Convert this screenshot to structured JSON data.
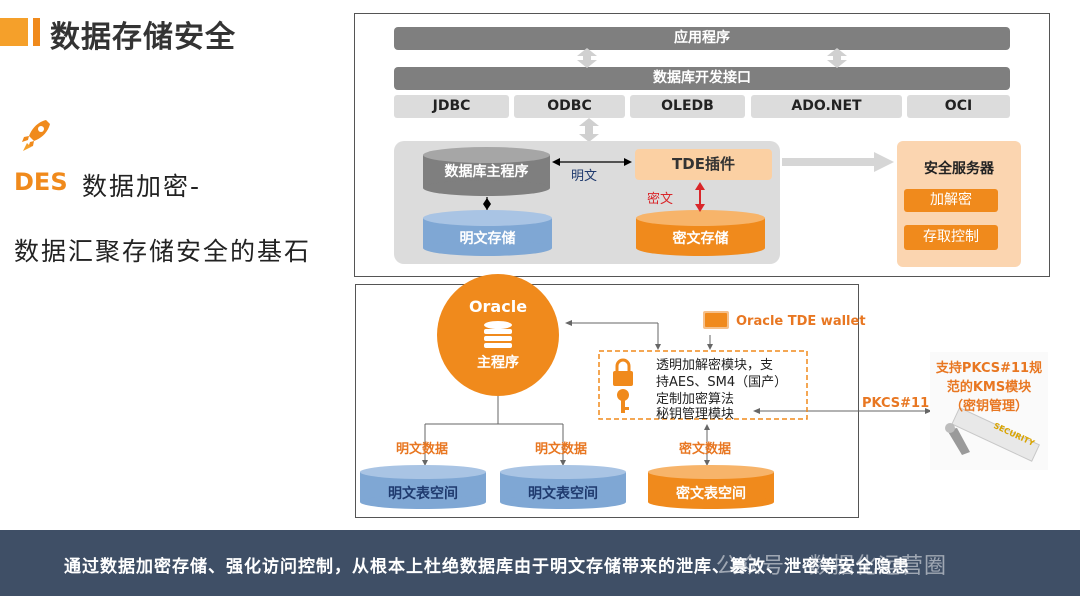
{
  "header": {
    "title": "数据存储安全"
  },
  "left": {
    "des_label": "DES",
    "des_text": "数据加密-",
    "subtitle": "数据汇聚存储安全的基石"
  },
  "arch": {
    "app": "应用程序",
    "db_api": "数据库开发接口",
    "interfaces": [
      "JDBC",
      "ODBC",
      "OLEDB",
      "ADO.NET",
      "OCI"
    ],
    "db_main": "数据库主程序",
    "plaintext": "明文",
    "tde_plugin": "TDE插件",
    "ciphertext": "密文",
    "plain_storage": "明文存储",
    "cipher_storage": "密文存储",
    "security_server": "安全服务器",
    "encrypt_decrypt": "加解密",
    "access_control": "存取控制"
  },
  "oracle": {
    "name": "Oracle",
    "main_program": "主程序",
    "wallet": "Oracle TDE wallet",
    "module_lines": [
      "透明加解密模块，支",
      "持AES、SM4（国产）",
      "定制加密算法",
      "秘钥管理模块"
    ],
    "pkcs": "PKCS#11",
    "kms_lines": [
      "支持PKCS#11规",
      "范的KMS模块",
      "（密钥管理）"
    ],
    "security_word": "SECURITY",
    "data_labels": [
      "明文数据",
      "明文数据",
      "密文数据"
    ],
    "tablespaces": [
      "明文表空间",
      "明文表空间",
      "密文表空间"
    ]
  },
  "banner": {
    "text": "通过数据加密存储、强化访问控制，从根本上杜绝数据库由于明文存储带来的泄库、篡改、泄密等安全隐患",
    "watermark": "公众号 · 数据化运营圈"
  },
  "colors": {
    "accent": "#f08a1c",
    "gray_bar": "#7f7f7f",
    "blue_cyl": "#7fa7d4",
    "banner": "#3f4f66"
  }
}
